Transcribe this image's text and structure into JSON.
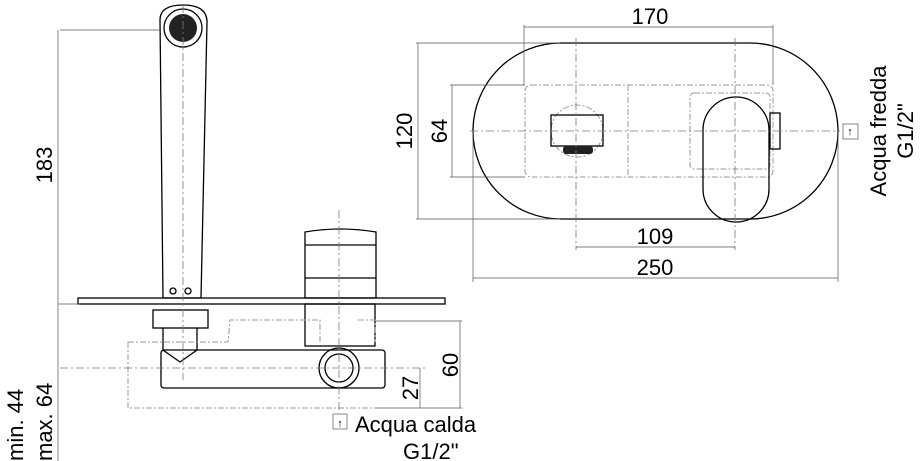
{
  "top_view": {
    "dim_width_total": "170",
    "dim_height": "120",
    "dim_inner_height": "64",
    "dim_spacing": "109",
    "dim_plate_width": "250",
    "cold_water_label": "Acqua fredda",
    "cold_water_thread": "G1/2\""
  },
  "side_view": {
    "dim_spout_height": "183",
    "dim_depth": "60",
    "dim_inlet_height": "27",
    "dim_min": "min. 44",
    "dim_max": "max. 64",
    "hot_water_label": "Acqua calda",
    "hot_water_thread": "G1/2\""
  }
}
